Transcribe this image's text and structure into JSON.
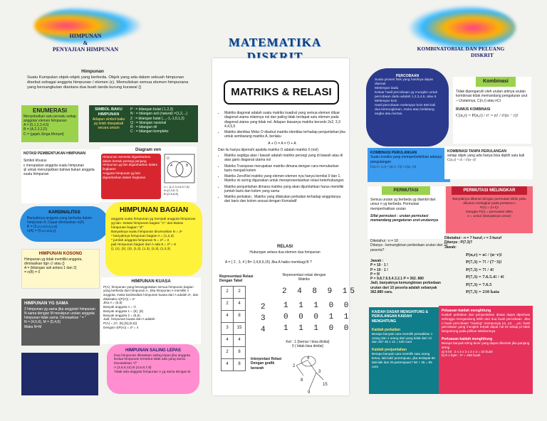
{
  "left": {
    "title_line1": "HIMPUNAN",
    "title_line2": "&",
    "title_line3": "PENYAJIAN HIMPUNAN",
    "himpunan_heading": "Himpunan",
    "himpunan_text": "Suatu Kumpulan objek-objek yang berbeda. Objek yang ada dalam sebuah himpunan disebut sebagai anggota himpunan / elemen (ε). Memuliskan semua elemen himpunana yang bersangkutan diantara dua buah tanda kurung kurawal {}",
    "enumerasi_title": "ENUMERASI",
    "enumerasi_text": "Menyebutkan satu persatu setiap anggota/ elemen himpunan\nA = {0,1,2,3,4,5}\nB = {A,2,3,2,D}\nC = {gajah,Singa,Monyet}",
    "simbol_title": "SIMBOL BAKU HIMPUNAN",
    "simbol_sub": "Adapun simbol baku yg telah disepakati secara umum",
    "simbol_list": "P : = bilangan bulat { 1,2,3}\nN : = bilangan asli (natural) ={1,2,...}\nZ : = bilangan bulat {...,-1,-1,0,1,2}\nQ : = bilangan rasional\nR : = bilangan riil\nC : = bilangan kompleks",
    "notasi_title": "NOTASI PEMBENTUKAN HIMPUNAN",
    "notasi_text": "Simbol khusus\nε merupakan anggota suatu himpunan\n∉ untuk menunjukkan bahwa bukan anggota suatu himpunan",
    "venn_title": "Diagram ven",
    "venn_items": "Himpunan semesta digambarkan dalam bentuk persegi panjang\nHimpunan yg lain digambarkan dalam lingkaran\nAnggota himpunan yg lain digambarkan dalam lingkaran",
    "venn_caption": "U = {1,2,3,4,5,6,7,8}\nA={1,3,5,7}\nB={2,5,6,8}",
    "venn_u": "U",
    "venn_a": "A",
    "venn_b": "B",
    "kardinalitas_title": "KARDINALITAS",
    "kardinalitas_text": "Banyaknya anggota yang berbeda dalam himpunan A. Dapat dinotasikan n(A)\nB = {5,u,r,a,b,a,y,a}\nn(A) = {5,u,r,a,b,y}",
    "bagian_title": "HIMPUNAN BAGIAN",
    "bagian_text": "anggota suatu himpunan yg menjadi anggota himpunan yg lain. Notasi himpunan bagian \"⊂\" dan Bukan himpunan bagian \"⊄\"\nBanyaknya suatu himpunan dirumuskan N = 2ⁿ\n* banyaknya himpunan bagian A = {1,2,3}\n* jumlah anggota himpunan N = 2³ = 3\njadi Himpunan bagian dari A ada 8 = 2³ = 8\n{}, {1}, {2}, {3}, {1,2}, {1,3}, {2,3}, {1,2,3}",
    "kosong_title": "HIMPUNAN KOSONG",
    "kosong_text": "Himpunan yg tidak memiliki anggota, dinotasikan dgn ∅ atau {}\nA = {bilangan asli antara 1 dan 2}\n= n(B) = 0",
    "kuasa_title": "HIMPUNAN KUASA",
    "kuasa_text": "P(A) :himpunan yang beranggotakan semua himpunan bagian yang berbeda dari himpunan A. Jika himpunan A memiliki n anggota, maka kardinalitas himpunan kuasa dari A adalah 2ⁿ, dan ditulisakn n(P(A)) = 2ⁿ\nJika A = {5,6}\nBanyak anggota n = ∅\nBanyak anggota 1 = {5}, {6}\nBanyak anggota 2 = {5,6}\nJadi, himpunan kuasa dari A adalah\nP(A) = {∅, {5},{6},{5,6}}\nDengan n(P(A)) = 2² = 4",
    "sama_title": "HIMPUNAN YG SAMA",
    "sama_text": "2 himpunan yg sama jika anggota² himpunan N sama dengan M meskipun urutan anggota himpunan tidak sama. Dinotasikan \" = \"\nN = {4,5,6}, M = {5,4,6}\nMaka N=M",
    "lepas_title": "HIMPUNAN SALING LEPAS",
    "lepas_text": "Dua himpunan dikatakan saling lepas jika anggota kedua himpunan tersebut tidak ada yang sama. Dinotasikan \"//\"\nA {3,6,9,12} B {4,5,8,7,9}\nTidak ada anggota himpunan A yg sama dengan B"
  },
  "center": {
    "banner": "MATEMATIKA DISKRIT",
    "title": "MATRIKS & RELASI",
    "bullets": [
      "Matriks diagonal adalah suatu matriks kuadrat yang semua elemen diluar diagonal utama nilainnya nol dan paling tidak terdapat satu elemen pada diagonal utama yang tidak nol. Adapun biasanya matriks berordo 2x2, 3,3 4,4,5,5",
      "Matriks identitas Mriks O disebut matriks identitas terhadap penjumlahan jika untuk sembarang matriks A, berlaku",
      "Matriks segitiga atas / bawah adalah matriks persegi yang di bawah atau di atas garis diagonal utama nol",
      "Matriks Transpose merupakan matriks dimana dengan cara menukarkan baris menjadi kolom",
      "Matriks Zero/Nol matriks yang elemen-elemen nya hanya bernilai 0 dan 1. Matriks ini sering digunakan untuk merepresentasikan relasi keterhubungan",
      "Matriks penjumlahan dimana matriks yang akan dijumlahkan harus memiliki jumlah baris dan kolom yang sama",
      "Matriks perkalian , Matriks yang dilakukan perkalian terhadap anggotanya dari baris dan kolom sesuai dengan Komutatif"
    ],
    "formula": "A + O = A = O + A",
    "diberikan": "Dan itu hanya dipenuhi apabila matriks O adalah matriks 0 (nol)",
    "relasi_title": "RELASI",
    "relasi_sub": "Hubungan antara dua elemen dua himpunan",
    "relasi_sets": "A = { 2 , 3, 4 }   B= 2,4,8,9,15} Jika A habis membagi B  ?",
    "tabel_title": "Representasi Relasi Dengan Tabel",
    "tabel_rows": [
      [
        "2",
        "2"
      ],
      [
        "2",
        "4"
      ],
      [
        "4",
        "8"
      ],
      [
        "3",
        "15"
      ],
      [
        "4",
        "4"
      ],
      [
        "2",
        "8"
      ],
      [
        "4",
        "8"
      ]
    ],
    "matriks_title": "Representasi relasi dengan Matriks",
    "matriks_cols": "2 4 8 9 15",
    "matriks_rows": [
      "2",
      "3",
      "4"
    ],
    "matriks_vals": [
      "1 1 1 0 0",
      "0 0 0 1 1",
      "1 1 1 0 0"
    ],
    "matriks_ket": "Ket : 1 (bernar / bisa dinilai)\n0 ( tidak bisa dinilai)",
    "graf_title": "Interpretasi Relasi Dengan grafik berarah",
    "graf_nodes": [
      "2",
      "4",
      "3",
      "8",
      "15",
      "9"
    ]
  },
  "right": {
    "title_line1": "KOMBINATORIAL DAN PELUANG",
    "title_line2": "DISKRIT",
    "percobaan_title": "PERCOBAAN",
    "percobaan_text": "Suatu proses fisik yang hasilnya dapat diamati\nMelempar dadu\nKeluar hasil percobaan yg mungkin untuk percobaan dadu adalah 1,2,3,4,5, atau 6\nMelempar koin\nHasil percobaan melempar koin 500 kali dua kemungkinan, muka atau belakang angka atau kertas.",
    "kombinasi_title": "Kombinasi",
    "kombinasi_text": "Tidak dipengaruhi oleh urutan\nartinya urutan kombinasi tidak memandang pengaturan urut – Urutannya, C(n,r) atau nCr",
    "rumus_title": "RUMUS KOMBINASI",
    "rumus_formula": "C(n,r) = P(n,r) / r! = n! / r!(n − r)!",
    "perulangan_title": "KOMBINASI PERULANGAN",
    "perulangan_text": "Suatu kondisi yang memperbolehkan adanya pengulangan",
    "perulangan_formula": "C(n+r−1,r) = (n+r−1)! / r!(n−1)!",
    "tanpa_title": "KOMBINASI TANPA PERULANGAN",
    "tanpa_text": "setiap objek yang ada hanya bisa dipilih satu kali",
    "tanpa_formula": "C(n,r) = n! / r!(n−r)!",
    "permutasi_title": "PERMUTASI",
    "permutasi_text": "Semua urutan yg berbeda yg diambil dari unsur n yg berbeda. Permutasi memperhatikan urutan",
    "permutasi_sifat": "Sifat permutasi : urutan permutasi memandang pengaturan urut-urutannya",
    "melingkar_title": "PERMUTASI MELINGKAR",
    "melingkar_text": "Banyaknya dikenal dengan permutasi siklis yaitu disusun melingkar pada pertama n\nP(n) = (n-1)!\nDengan P(n) = permutasi siklis\nn = unsur (banyaknya unsur)",
    "contoh1_q": "Diketahui : n = 10\nDitanya : kemungkinan perbedaan urutan dari 10 peserta?",
    "contoh1_a": "Jawab :\nP = 10 · 1 !\nP = 10 · 1 !\nP = 9!\nP = 9.8.7.6.5.4.3.2.1 P = 362. 880\nJadi, banyaknya kemungkinan perbedaan urutan dari 10 peserta adalah sebanyak 362.880 cara.",
    "contoh2_q": "Diketahui : n = 7 huruf, r = 3 huruf\nDitanya : P(7,3)?\nJawab:",
    "contoh2_a": "P(n,r) = n! / (n−r)!\nP(7,3) = 7! / (7−3)!\nP(7,3) = 7! / 4!\nP(7,3) = 7.6.5.4! / 4!\nP(7,3) = 7.6.5\nP(7,3) = 210 kata",
    "kaidah_title": "KAIDAH DASAR MENGHITUNG & PERULANGAN KAIDAH MENGHITUNG",
    "kaidah_kali_title": "Kaidah perkalian",
    "kaidah_kali_text": "Berapa banyak cara memilih perwakilan 1 orang dan 1 orang dari yang tidak dari 12 dan 25? 45 x 12 = 540 cara",
    "kaidah_jumlah_title": "Kaidah penjumlahan",
    "kaidah_jumlah_text": "Berapa banyak cara memilih satu orang ketua, laki-laki/ perempuan, jika terdapat 60 laki-laki dan 25 perempuan? 60 + 25 = 85 cara",
    "perluasan_title": "Peluasan kaidah menghitung",
    "perluasan_text": "Kaidah perkalian dan penjumlahan diatas dapat diperluas sehingga mengandung lebih dari dua buah percobaan. Jika n buah percobaan \"masing\" mempunyai p1, p2, ...,pn, hasil percobaan yang mungkin terjadi dapat hal ini setiap pi tidak bergantung pada pilihan sebelumnya",
    "perluasan2_title": "Perluasan kaidah menghitung",
    "perluasan2_text": "Berapa banyak string biner yang dapat dibentuk jika panjang string\na) 5 bit : 2 x 2 x 2 x 2 x 2 = 32 buah\nb) 8 1 byte : 2⁸ = 256 buah"
  }
}
